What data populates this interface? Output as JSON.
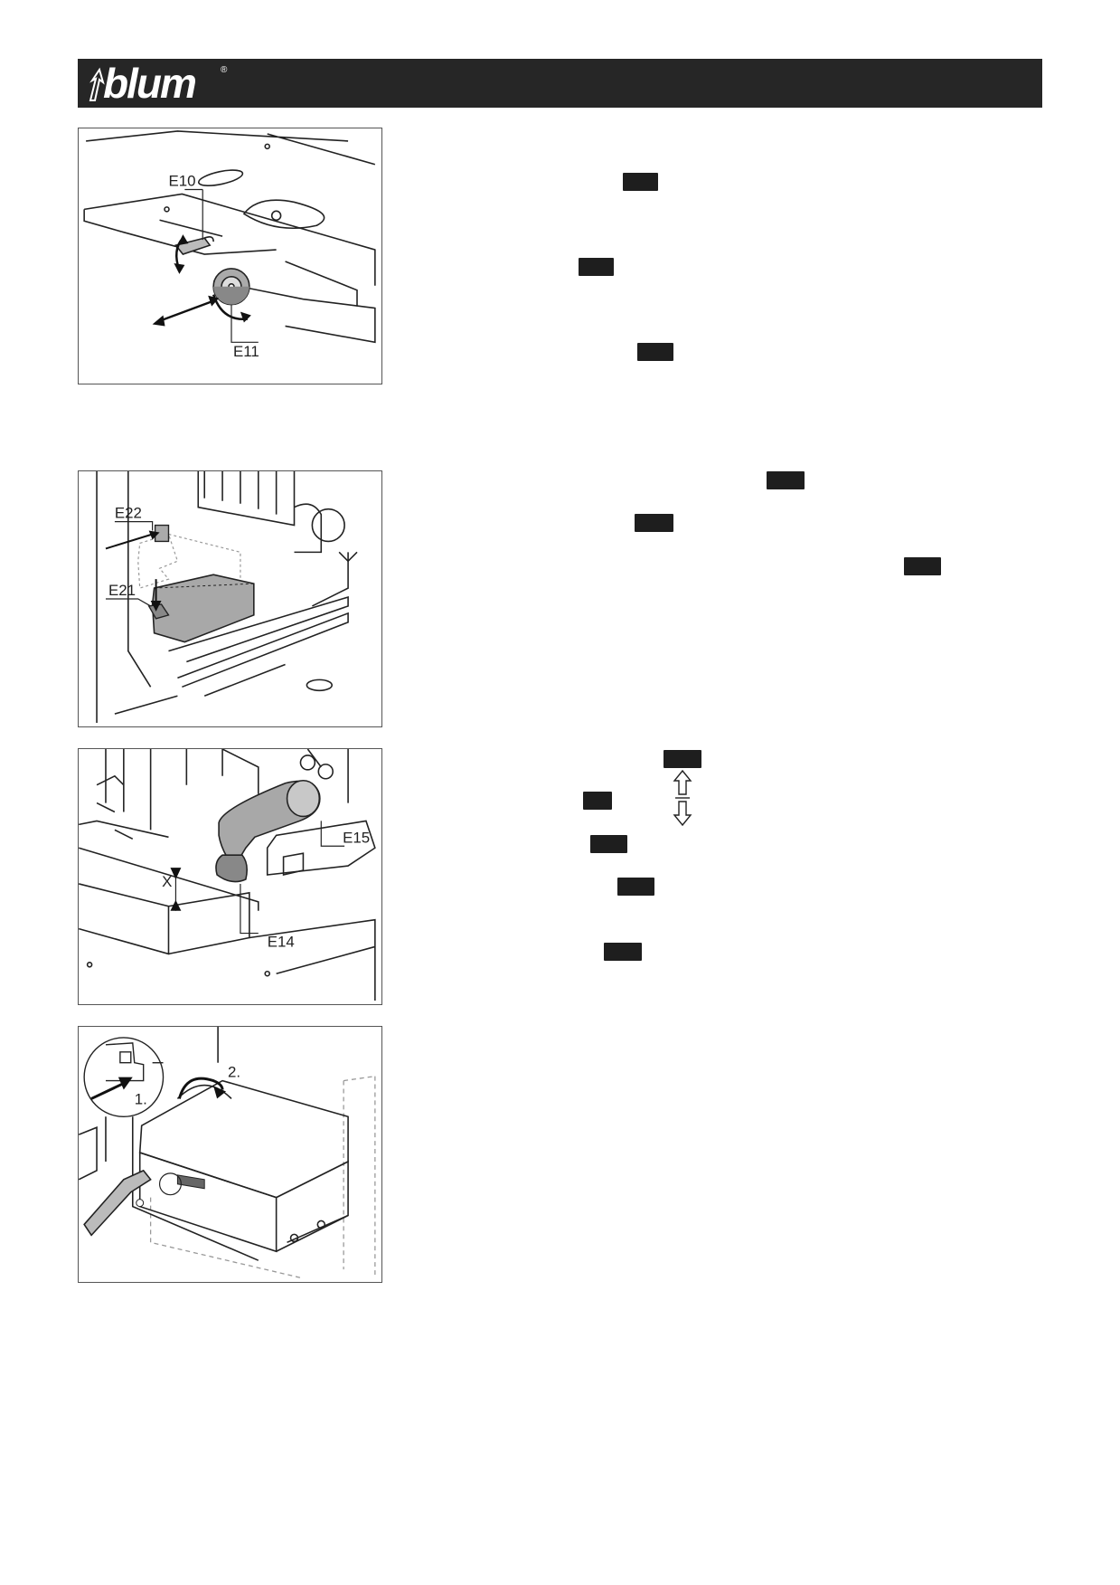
{
  "header": {
    "brand": "blum",
    "registered_mark": "®",
    "bar_color": "#262626"
  },
  "figures": [
    {
      "id": "fig1",
      "labels": [
        "E10",
        "E11"
      ]
    },
    {
      "id": "fig2",
      "labels": [
        "E22",
        "E21"
      ]
    },
    {
      "id": "fig3",
      "labels": [
        "E15",
        "X",
        "E14"
      ]
    },
    {
      "id": "fig4",
      "labels": [
        "1.",
        "2."
      ]
    }
  ],
  "redaction_color": "#1e1e1e",
  "arrow_icon": "up-down-arrow-icon"
}
